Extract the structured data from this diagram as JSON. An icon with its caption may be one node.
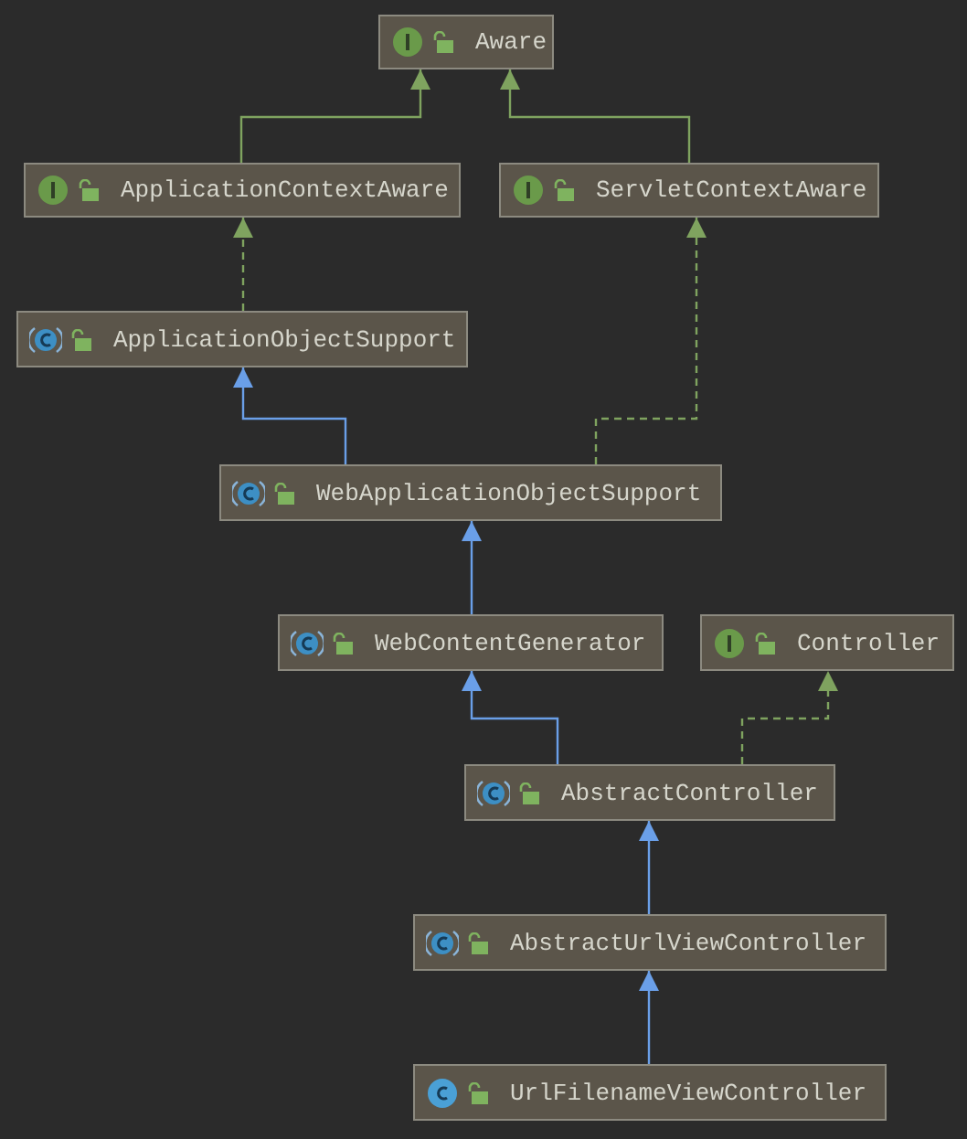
{
  "diagram": {
    "nodes": [
      {
        "text": [
          "Aware"
        ]
      },
      {
        "text": [
          "ApplicationContextAware"
        ]
      },
      {
        "text": [
          "ServletContextAware"
        ]
      },
      {
        "text": [
          "ApplicationObjectSupport"
        ]
      },
      {
        "text": [
          "WebApplicationObjectSupport"
        ]
      },
      {
        "text": [
          "WebContentGenerator"
        ]
      },
      {
        "text": [
          "Controller"
        ]
      },
      {
        "text": [
          "AbstractController"
        ]
      },
      {
        "text": [
          "AbstractUrlViewController"
        ]
      },
      {
        "text": [
          "UrlFilenameViewController"
        ]
      }
    ],
    "edges": [
      {
        "from": 1,
        "to": 0,
        "arrow": "to",
        "color": "#7fa35f"
      },
      {
        "from": 2,
        "to": 0,
        "arrow": "to",
        "color": "#7fa35f"
      },
      {
        "from": 3,
        "to": 1,
        "arrow": "to",
        "style": "dashed",
        "color": "#7fa35f"
      },
      {
        "from": 4,
        "to": 3,
        "arrow": "to",
        "color": "#6a9fe8"
      },
      {
        "from": 4,
        "to": 2,
        "arrow": "to",
        "style": "dashed",
        "color": "#7fa35f"
      },
      {
        "from": 5,
        "to": 4,
        "arrow": "to",
        "color": "#6a9fe8"
      },
      {
        "from": 7,
        "to": 5,
        "arrow": "to",
        "color": "#6a9fe8"
      },
      {
        "from": 7,
        "to": 6,
        "arrow": "to",
        "style": "dashed",
        "color": "#7fa35f"
      },
      {
        "from": 8,
        "to": 7,
        "arrow": "to",
        "color": "#6a9fe8"
      },
      {
        "from": 9,
        "to": 8,
        "arrow": "to",
        "color": "#6a9fe8"
      }
    ]
  }
}
